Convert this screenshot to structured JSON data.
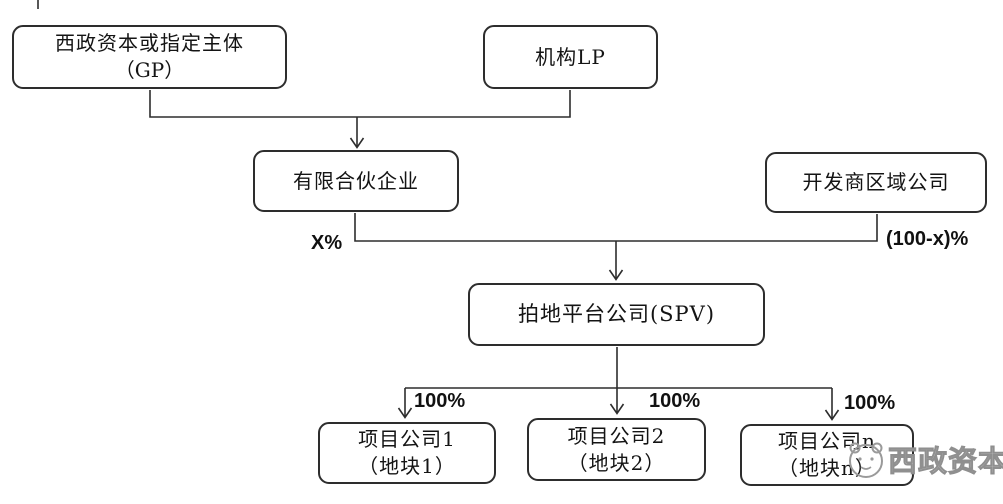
{
  "diagram": {
    "type": "org-structure-flowchart",
    "nodes": {
      "gp": {
        "line1": "西政资本或指定主体",
        "line2": "（GP）"
      },
      "lp": {
        "label": "机构LP"
      },
      "partnership": {
        "label": "有限合伙企业"
      },
      "developer": {
        "label": "开发商区域公司"
      },
      "spv": {
        "label": "拍地平台公司(SPV)"
      },
      "project1": {
        "line1": "项目公司1",
        "line2": "（地块1）"
      },
      "project2": {
        "line1": "项目公司2",
        "line2": "（地块2）"
      },
      "projectn": {
        "line1": "项目公司n",
        "line2": "（地块n）"
      }
    },
    "edge_labels": {
      "x_pct": "X%",
      "complement_pct": "(100-x)%",
      "pct_100_left": "100%",
      "pct_100_mid": "100%",
      "pct_100_right": "100%"
    },
    "edges": [
      {
        "from": "gp",
        "to": "partnership"
      },
      {
        "from": "lp",
        "to": "partnership"
      },
      {
        "from": "partnership",
        "to": "spv",
        "label": "X%"
      },
      {
        "from": "developer",
        "to": "spv",
        "label": "(100-x)%"
      },
      {
        "from": "spv",
        "to": "project1",
        "label": "100%"
      },
      {
        "from": "spv",
        "to": "project2",
        "label": "100%"
      },
      {
        "from": "spv",
        "to": "projectn",
        "label": "100%"
      }
    ],
    "watermark": {
      "text": "西政资本"
    },
    "colors": {
      "line": "#2d2d2d",
      "box_border": "#2d2d2d",
      "background": "#ffffff",
      "watermark": "#9a9a9a"
    }
  }
}
